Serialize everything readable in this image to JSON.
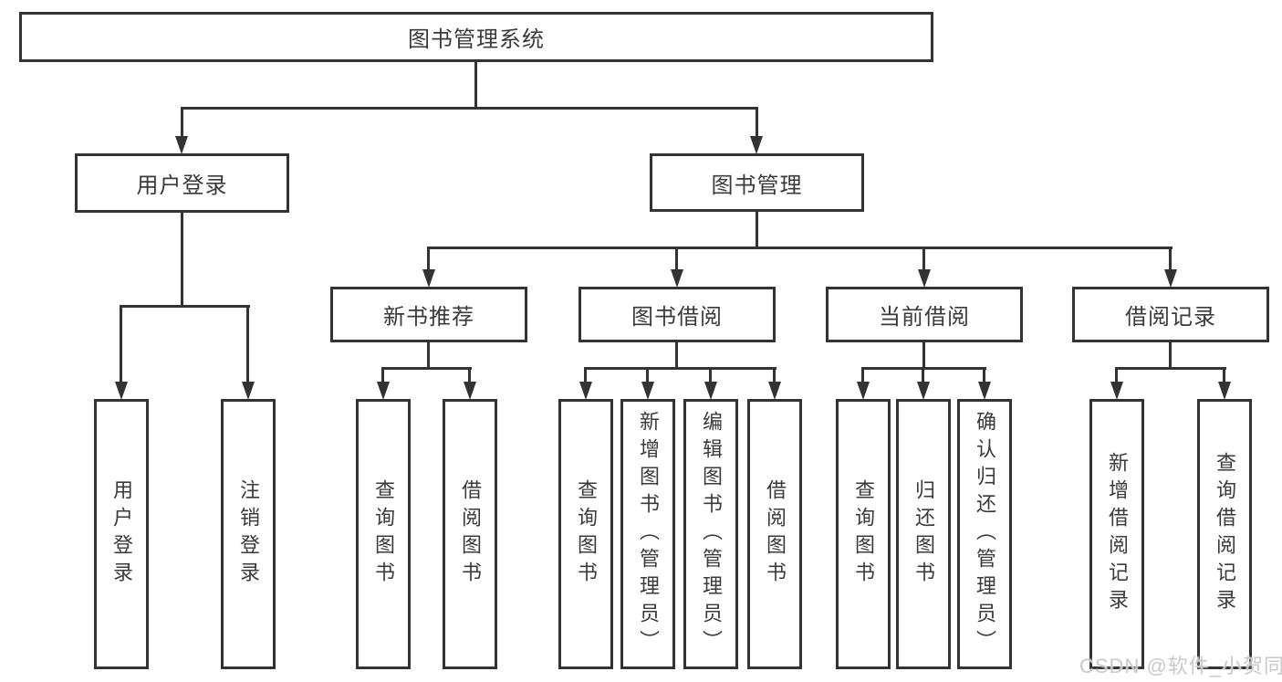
{
  "diagram": {
    "root": {
      "label": "图书管理系统"
    },
    "level2": [
      {
        "label": "用户登录"
      },
      {
        "label": "图书管理"
      }
    ],
    "level3": [
      {
        "label": "新书推荐"
      },
      {
        "label": "图书借阅"
      },
      {
        "label": "当前借阅"
      },
      {
        "label": "借阅记录"
      }
    ],
    "leaves": [
      {
        "label": "用户登录"
      },
      {
        "label": "注销登录"
      },
      {
        "label": "查询图书"
      },
      {
        "label": "借阅图书"
      },
      {
        "label": "查询图书"
      },
      {
        "label": "新增图书（管理员）"
      },
      {
        "label": "编辑图书（管理员）"
      },
      {
        "label": "借阅图书"
      },
      {
        "label": "查询图书"
      },
      {
        "label": "归还图书"
      },
      {
        "label": "确认归还（管理员）"
      },
      {
        "label": "新增借阅记录"
      },
      {
        "label": "查询借阅记录"
      }
    ]
  },
  "watermark": {
    "text": "CSDN @软件_小贺同学"
  },
  "colors": {
    "line": "#333333",
    "text": "#3a3a3a",
    "box_bg": "#ffffff",
    "watermark": "#c9c9c9"
  }
}
